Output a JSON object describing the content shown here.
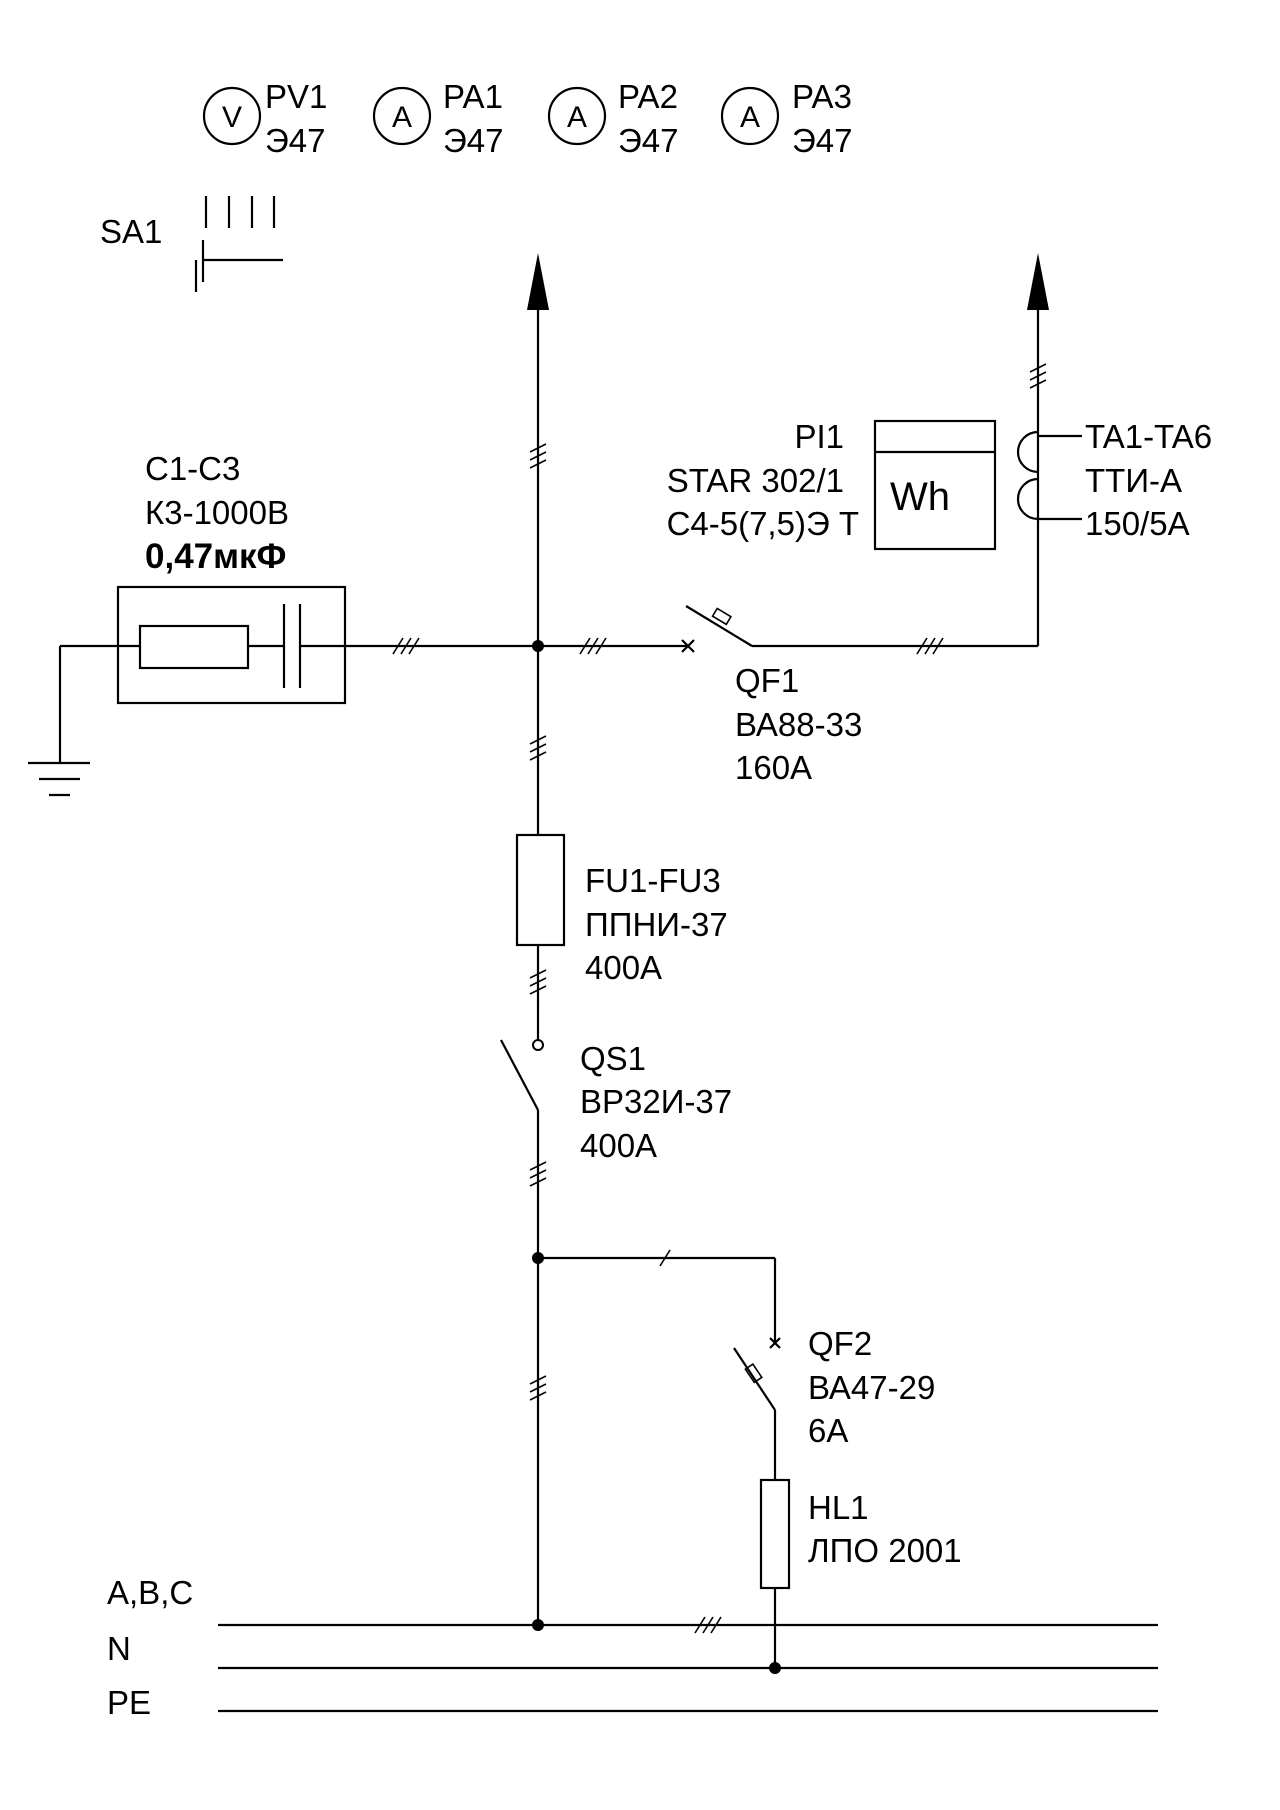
{
  "meters": [
    {
      "symbol": "V",
      "name": "PV1",
      "type": "Э47"
    },
    {
      "symbol": "A",
      "name": "PA1",
      "type": "Э47"
    },
    {
      "symbol": "A",
      "name": "PA2",
      "type": "Э47"
    },
    {
      "symbol": "A",
      "name": "PA3",
      "type": "Э47"
    }
  ],
  "sa1": {
    "name": "SA1"
  },
  "capacitor": {
    "name": "C1-C3",
    "type": "К3-1000В",
    "value": "0,47мкФ"
  },
  "energy_meter": {
    "name": "PI1",
    "type": "STAR 302/1",
    "spec": "С4-5(7,5)Э Т",
    "symbol": "Wh"
  },
  "current_transformer": {
    "name": "TA1-TA6",
    "type": "ТТИ-А",
    "ratio": "150/5А"
  },
  "qf1": {
    "name": "QF1",
    "type": "ВА88-33",
    "rating": "160А"
  },
  "fuse": {
    "name": "FU1-FU3",
    "type": "ППНИ-37",
    "rating": "400А"
  },
  "qs1": {
    "name": "QS1",
    "type": "ВР32И-37",
    "rating": "400А"
  },
  "qf2": {
    "name": "QF2",
    "type": "ВА47-29",
    "rating": "6А"
  },
  "lamp": {
    "name": "HL1",
    "type": "ЛПО 2001"
  },
  "buses": {
    "phase": "A,B,C",
    "neutral": "N",
    "protective": "PE"
  }
}
